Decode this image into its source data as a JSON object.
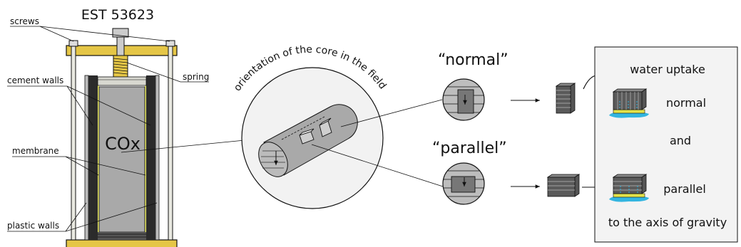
{
  "apparatus": {
    "title": "EST 53623",
    "sample_label": "COx",
    "labels": {
      "screws": "screws",
      "spring": "spring",
      "cement_walls": "cement walls",
      "membrane": "membrane",
      "plastic_walls": "plastic walls"
    }
  },
  "core": {
    "caption": "orientation of the core in the field"
  },
  "orientations": {
    "normal": "“normal”",
    "parallel": "“parallel”"
  },
  "box": {
    "title": "water uptake",
    "normal": "normal",
    "and": "and",
    "parallel": "parallel",
    "footer": "to the axis of gravity"
  },
  "colors": {
    "brass": "#E5C646",
    "cement": "#2b2b2b",
    "sample": "#a9a9a9",
    "water": "#33B5E0",
    "filter": "#E3E34A",
    "box_fill": "#f3f3f3"
  }
}
